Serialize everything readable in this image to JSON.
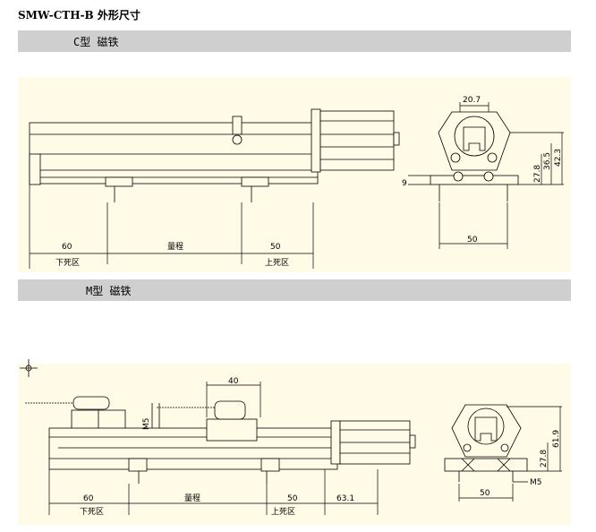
{
  "page_title": "SMW-CTH-B 外形尺寸",
  "section_c": {
    "label": "C型  磁铁"
  },
  "section_m": {
    "label": "M型 磁铁"
  },
  "drawing_c": {
    "side_dims": {
      "left": "60",
      "middle": "量程",
      "right": "50"
    },
    "side_zone_labels": {
      "left": "下死区",
      "right": "上死区"
    },
    "end_dims": {
      "top_width": "20.7",
      "h1": "27.8",
      "h2": "36.5",
      "h3": "42.3",
      "small": "9",
      "bottom_width": "50"
    }
  },
  "drawing_m": {
    "top_dim": "40",
    "side_vertical": "M5",
    "side_dims": {
      "left": "60",
      "middle": "量程",
      "right": "50",
      "extra": "63.1"
    },
    "side_zone_labels": {
      "left": "下死区",
      "right": "上死区"
    },
    "end_dims": {
      "h1": "27.8",
      "h2": "61.9",
      "thread": "M5",
      "bottom_width": "50"
    }
  }
}
